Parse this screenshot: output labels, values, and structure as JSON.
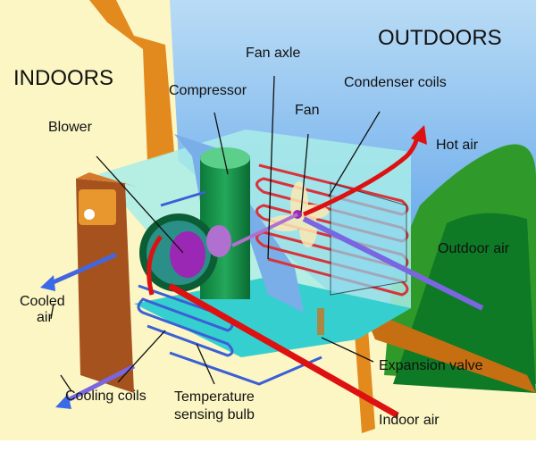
{
  "title_indoors": "INDOORS",
  "title_outdoors": "OUTDOORS",
  "labels": {
    "fan_axle": "Fan axle",
    "compressor": "Compressor",
    "condenser_coils": "Condenser coils",
    "fan": "Fan",
    "blower": "Blower",
    "hot_air": "Hot air",
    "outdoor_air": "Outdoor air",
    "cooled_air_1": "Cooled",
    "cooled_air_2": "air",
    "expansion_valve": "Expansion valve",
    "cooling_coils": "Cooling coils",
    "temp_bulb_1": "Temperature",
    "temp_bulb_2": "sensing bulb",
    "indoor_air": "Indoor air"
  },
  "colors": {
    "indoor_bg": "#fbf6c4",
    "sky": "#7fb6ee",
    "wall": "#e38a1e",
    "unit": "#9fe6e3",
    "hot": "#dd1111",
    "cold": "#3b5fd6",
    "tree": "#2f9a2a"
  }
}
